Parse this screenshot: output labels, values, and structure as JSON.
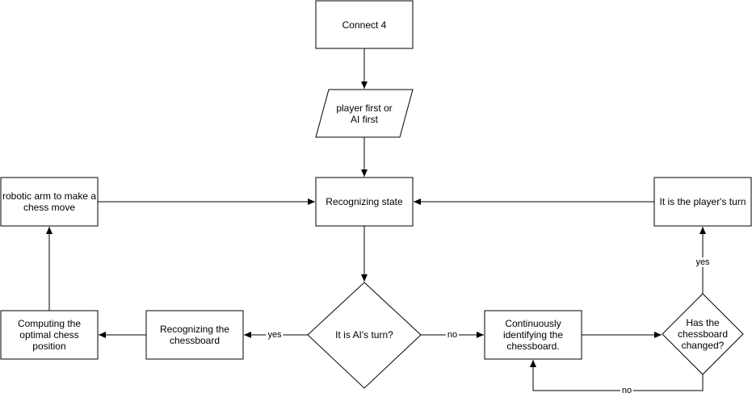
{
  "nodes": {
    "connect4": "Connect 4",
    "order_choice": "player first or\nAI first",
    "recognizing_state": "Recognizing state",
    "robotic_arm": "robotic arm to make a\nchess move",
    "players_turn": "It is the player's turn",
    "computing_optimal": "Computing the\noptimal chess\nposition",
    "recognizing_chessboard": "Recognizing the\nchessboard",
    "ai_turn": "It is AI's turn?",
    "continuously_identifying": "Continuously\nidentifying the\nchessboard.",
    "board_changed": "Has the\nchessboard\nchanged?"
  },
  "edges": {
    "yes_left": "yes",
    "no_right": "no",
    "yes_up": "yes",
    "no_bottom": "no"
  },
  "colors": {
    "stroke": "#000000",
    "fill": "#ffffff"
  }
}
